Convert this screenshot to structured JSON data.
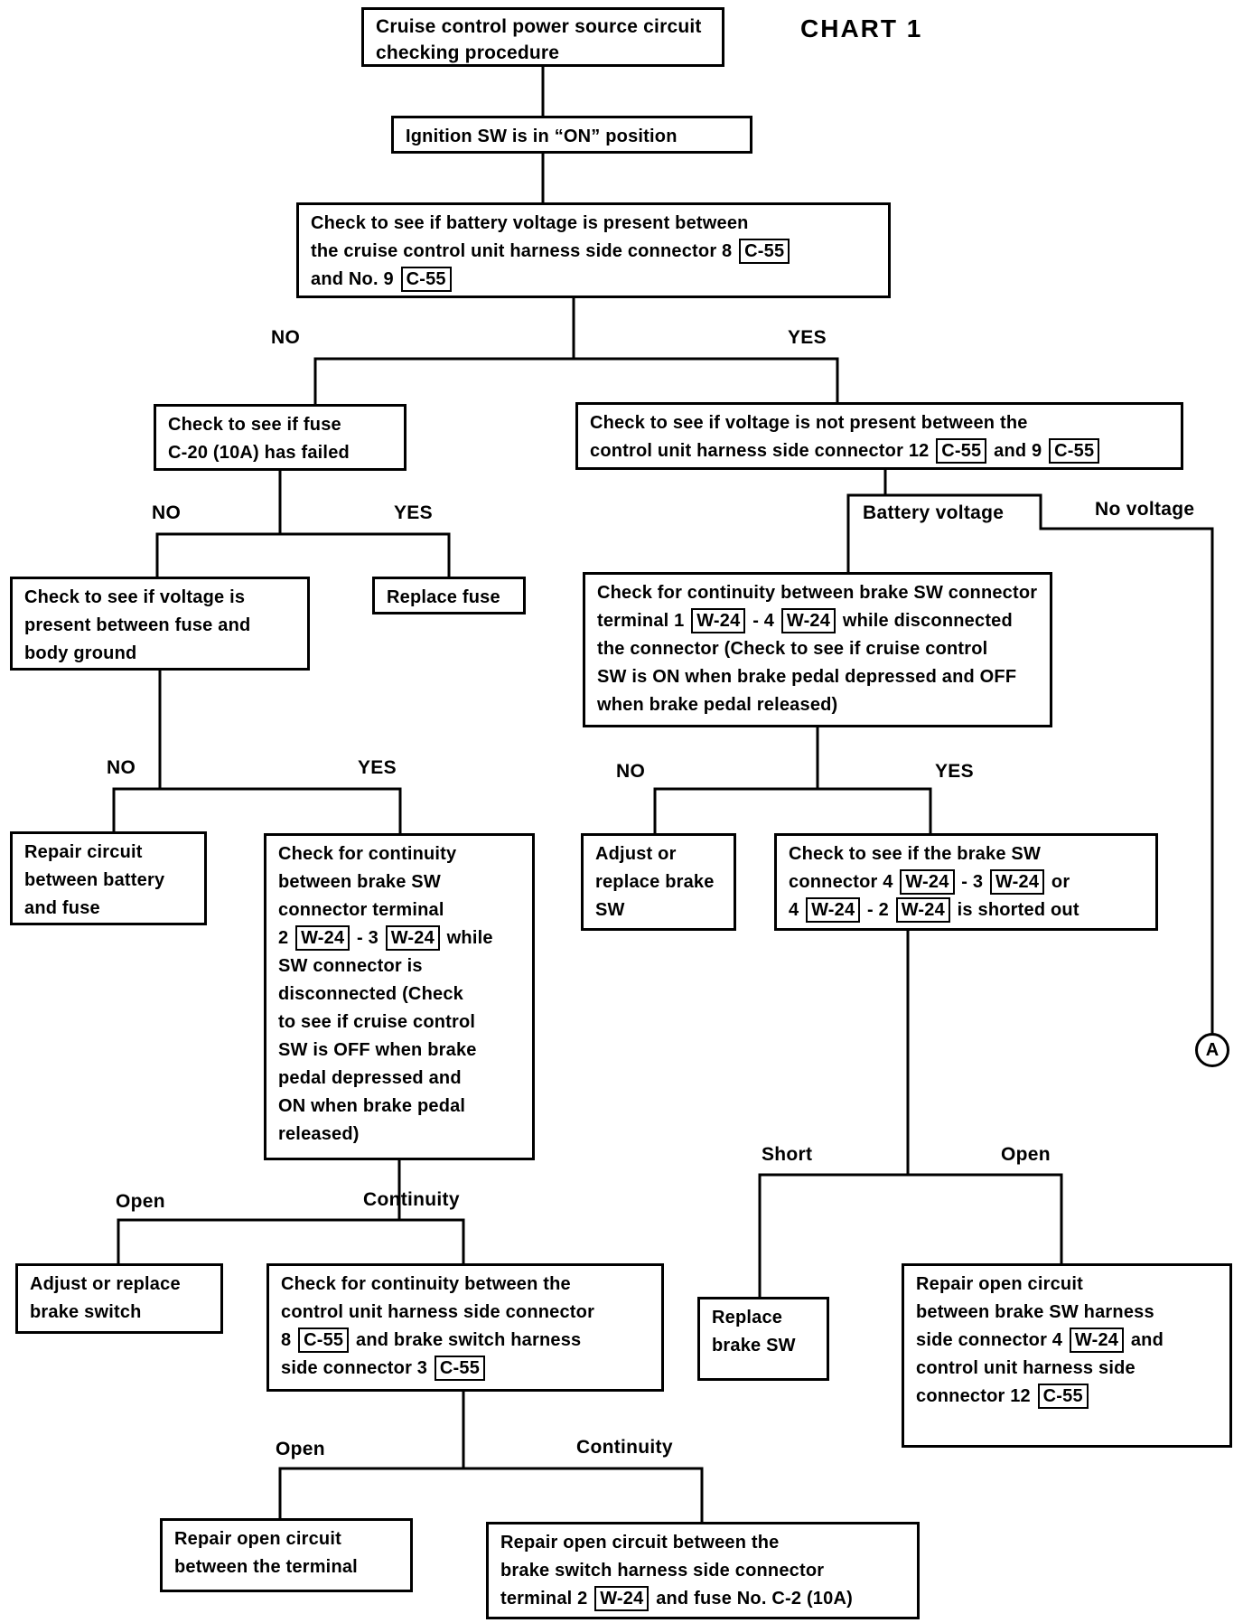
{
  "title": {
    "chart_label": "CHART 1"
  },
  "labels": {
    "no": "NO",
    "yes": "YES",
    "open": "Open",
    "continuity": "Continuity",
    "short": "Short",
    "battery_voltage": "Battery voltage",
    "no_voltage": "No voltage"
  },
  "connector_a": "A",
  "nodes": {
    "title_box": {
      "lines": [
        "Cruise control power source circuit",
        "checking procedure"
      ]
    },
    "ignition": {
      "lines": [
        "Ignition SW is in “ON” position"
      ]
    },
    "battery_check": {
      "lines": [
        "Check to see if battery voltage is present between",
        "the cruise control unit harness side connector 8 [C-55]",
        "and No. 9 [C-55]"
      ]
    },
    "fuse_check": {
      "lines": [
        "Check to see if fuse",
        "C-20 (10A) has failed"
      ]
    },
    "replace_fuse": {
      "lines": [
        "Replace fuse"
      ]
    },
    "fuse_voltage": {
      "lines": [
        "Check to see if voltage is",
        "present between fuse and",
        "body ground"
      ]
    },
    "repair_battery_fuse": {
      "lines": [
        "Repair circuit",
        "between battery",
        "and fuse"
      ]
    },
    "continuity_2_3": {
      "lines": [
        "Check for continuity",
        "between brake SW",
        "connector terminal",
        "2 [W-24] - 3 [W-24] while",
        "SW connector is",
        "disconnected (Check",
        "to see if cruise control",
        "SW is OFF when brake",
        "pedal depressed and",
        "ON when brake pedal",
        "released)"
      ]
    },
    "adjust_brake_switch": {
      "lines": [
        "Adjust or replace",
        "brake switch"
      ]
    },
    "continuity_8_3": {
      "lines": [
        "Check for continuity between the",
        "control unit harness side connector",
        "8 [C-55] and brake switch harness",
        "side connector 3 [C-55]"
      ]
    },
    "repair_terminal": {
      "lines": [
        "Repair open circuit",
        "between the terminal"
      ]
    },
    "repair_open_fuse": {
      "lines": [
        "Repair open circuit between the",
        "brake switch harness side connector",
        "terminal 2 [W-24] and fuse No. C-2 (10A)"
      ]
    },
    "voltage_not_present": {
      "lines": [
        "Check to see if voltage is not present between the",
        "control unit harness side connector 12 [C-55] and 9 [C-55]"
      ]
    },
    "continuity_1_4": {
      "lines": [
        "Check for continuity between brake SW connector",
        "terminal 1 [W-24] - 4 [W-24] while disconnected",
        "the connector (Check to see if cruise control",
        "SW is ON when brake pedal depressed and OFF",
        "when brake pedal released)"
      ]
    },
    "adjust_brake_sw": {
      "lines": [
        "Adjust or",
        "replace brake",
        "SW"
      ]
    },
    "shorted_check": {
      "lines": [
        "Check to see if the brake SW",
        "connector 4 [W-24] - 3 [W-24] or",
        "4 [W-24] - 2 [W-24] is shorted out"
      ]
    },
    "replace_brake_sw": {
      "lines": [
        "Replace",
        "brake SW"
      ]
    },
    "repair_open_12": {
      "lines": [
        "Repair open circuit",
        "between brake SW harness",
        "side connector 4 [W-24] and",
        "control unit harness side",
        "connector 12 [C-55]"
      ]
    }
  }
}
